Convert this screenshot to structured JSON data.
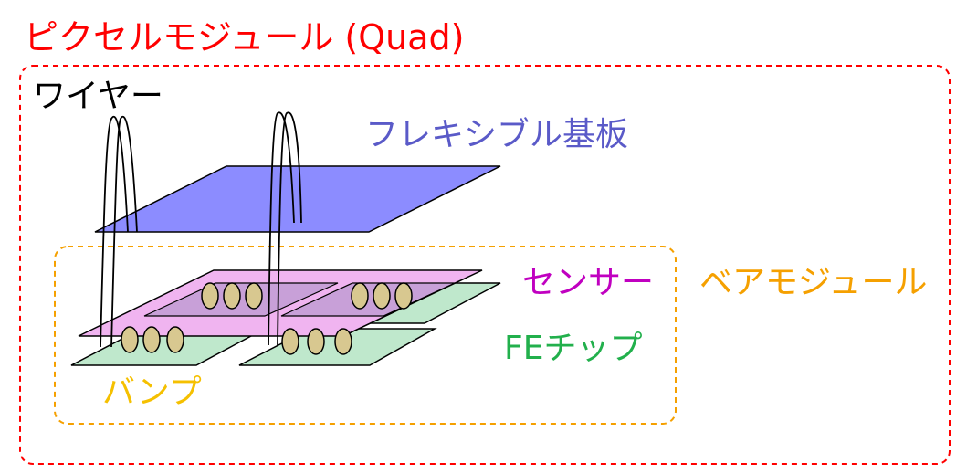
{
  "title": "ピクセルモジュール (Quad)",
  "labels": {
    "wire": "ワイヤー",
    "flex": "フレキシブル基板",
    "sensor": "センサー",
    "bare_module": "ベアモジュール",
    "fe_chip": "FEチップ",
    "bump": "バンプ"
  },
  "colors": {
    "title": "#ff0000",
    "flex_fill": "#8c8cff",
    "sensor_fill": "#f0b4f0",
    "fe_fill": "#bfe8cc",
    "bump_fill": "#d8c890",
    "outer_border": "#ff0000",
    "bare_border": "#f5a000",
    "sensor_text": "#c000c0",
    "fe_text": "#22b04c",
    "bump_text": "#f5c000",
    "flex_text": "#5a5ac8"
  }
}
